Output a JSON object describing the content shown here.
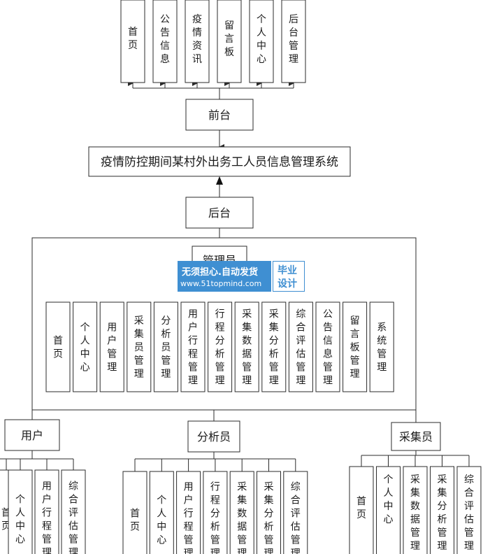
{
  "title": "疫情防控期间某村外出务工人员信息管理系统",
  "front": {
    "label": "前台",
    "modules": [
      "首页",
      "公告信息",
      "疫情资讯",
      "留言板",
      "个人中心",
      "后台管理"
    ]
  },
  "back": {
    "label": "后台",
    "admin": {
      "label": "管理员",
      "modules": [
        "首页",
        "个人中心",
        "用户管理",
        "采集员管理",
        "分析员管理",
        "用户行程管理",
        "行程分析管理",
        "采集数据管理",
        "采集分析管理",
        "综合评估管理",
        "公告信息管理",
        "留言板管理",
        "系统管理"
      ]
    },
    "user": {
      "label": "用户",
      "modules": [
        "首页",
        "个人中心",
        "用户行程管理",
        "综合评估管理"
      ]
    },
    "analyst": {
      "label": "分析员",
      "modules": [
        "首页",
        "个人中心",
        "用户行程管理",
        "行程分析管理",
        "采集数据管理",
        "采集分析管理",
        "综合评估管理"
      ]
    },
    "collector": {
      "label": "采集员",
      "modules": [
        "首页",
        "个人中心",
        "采集数据管理",
        "采集分析管理",
        "综合评估管理"
      ]
    }
  },
  "watermark": {
    "line1": "无须担心.自动发货",
    "line2": "www.51topmind.com",
    "badge_line1": "毕业",
    "badge_line2": "设计"
  }
}
